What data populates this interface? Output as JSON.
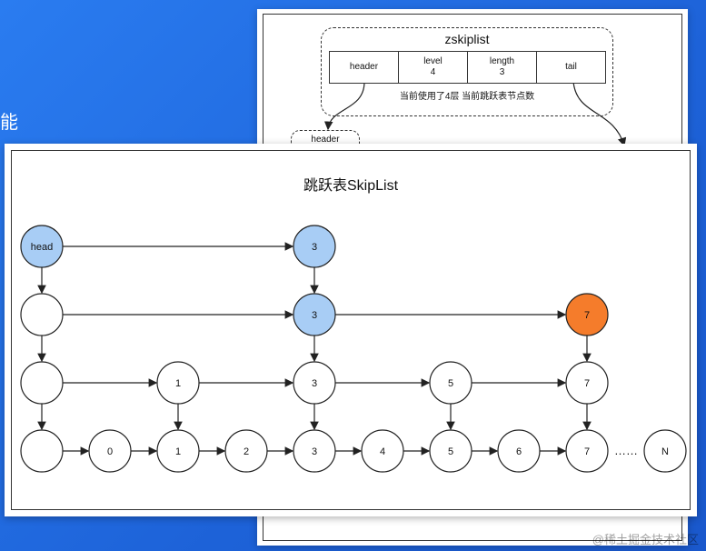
{
  "slide": {
    "text": "能"
  },
  "back_card": {
    "title": "zskiplist",
    "fields": [
      {
        "label": "header",
        "value": ""
      },
      {
        "label": "level",
        "value": "4"
      },
      {
        "label": "length",
        "value": "3"
      },
      {
        "label": "tail",
        "value": ""
      }
    ],
    "note": "当前使用了4层   当前跳跃表节点数",
    "header_node": "header"
  },
  "front_card": {
    "title": "跳跃表SkipList",
    "nodes": [
      {
        "id": "head",
        "label": "head",
        "color": "#a8cdf5",
        "col": 0,
        "row": 0
      },
      {
        "id": "r0c4",
        "label": "3",
        "color": "#a8cdf5",
        "col": 4,
        "row": 0
      },
      {
        "id": "r1c0",
        "label": "",
        "color": "#ffffff",
        "col": 0,
        "row": 1
      },
      {
        "id": "r1c4",
        "label": "3",
        "color": "#a8cdf5",
        "col": 4,
        "row": 1
      },
      {
        "id": "r1c8",
        "label": "7",
        "color": "#f57c2b",
        "col": 8,
        "row": 1
      },
      {
        "id": "r2c0",
        "label": "",
        "color": "#ffffff",
        "col": 0,
        "row": 2
      },
      {
        "id": "r2c2",
        "label": "1",
        "color": "#ffffff",
        "col": 2,
        "row": 2
      },
      {
        "id": "r2c4",
        "label": "3",
        "color": "#ffffff",
        "col": 4,
        "row": 2
      },
      {
        "id": "r2c6",
        "label": "5",
        "color": "#ffffff",
        "col": 6,
        "row": 2
      },
      {
        "id": "r2c8",
        "label": "7",
        "color": "#ffffff",
        "col": 8,
        "row": 2
      },
      {
        "id": "r3c0",
        "label": "",
        "color": "#ffffff",
        "col": 0,
        "row": 3
      },
      {
        "id": "r3c1",
        "label": "0",
        "color": "#ffffff",
        "col": 1,
        "row": 3
      },
      {
        "id": "r3c2",
        "label": "1",
        "color": "#ffffff",
        "col": 2,
        "row": 3
      },
      {
        "id": "r3c3",
        "label": "2",
        "color": "#ffffff",
        "col": 3,
        "row": 3
      },
      {
        "id": "r3c4",
        "label": "3",
        "color": "#ffffff",
        "col": 4,
        "row": 3
      },
      {
        "id": "r3c5",
        "label": "4",
        "color": "#ffffff",
        "col": 5,
        "row": 3
      },
      {
        "id": "r3c6",
        "label": "5",
        "color": "#ffffff",
        "col": 6,
        "row": 3
      },
      {
        "id": "r3c7",
        "label": "6",
        "color": "#ffffff",
        "col": 7,
        "row": 3
      },
      {
        "id": "r3c8",
        "label": "7",
        "color": "#ffffff",
        "col": 8,
        "row": 3
      },
      {
        "id": "tailN",
        "label": "N",
        "color": "#ffffff",
        "col": 9,
        "row": 3
      }
    ],
    "edges": [
      [
        "head",
        "r0c4"
      ],
      [
        "r1c0",
        "r1c4"
      ],
      [
        "r1c4",
        "r1c8"
      ],
      [
        "r2c0",
        "r2c2"
      ],
      [
        "r2c2",
        "r2c4"
      ],
      [
        "r2c4",
        "r2c6"
      ],
      [
        "r2c6",
        "r2c8"
      ],
      [
        "r3c0",
        "r3c1"
      ],
      [
        "r3c1",
        "r3c2"
      ],
      [
        "r3c2",
        "r3c3"
      ],
      [
        "r3c3",
        "r3c4"
      ],
      [
        "r3c4",
        "r3c5"
      ],
      [
        "r3c5",
        "r3c6"
      ],
      [
        "r3c6",
        "r3c7"
      ],
      [
        "r3c7",
        "r3c8"
      ],
      [
        "head",
        "r1c0"
      ],
      [
        "r1c0",
        "r2c0"
      ],
      [
        "r2c0",
        "r3c0"
      ],
      [
        "r0c4",
        "r1c4"
      ],
      [
        "r1c4",
        "r2c4"
      ],
      [
        "r2c4",
        "r3c4"
      ],
      [
        "r1c8",
        "r2c8"
      ],
      [
        "r2c8",
        "r3c8"
      ],
      [
        "r2c2",
        "r3c2"
      ],
      [
        "r2c6",
        "r3c6"
      ]
    ],
    "ellipsis": "……"
  },
  "watermark": "@稀土掘金技术社区",
  "colors": {
    "background": "#1f6fe0",
    "highlight_blue": "#a8cdf5",
    "highlight_orange": "#f57c2b"
  }
}
